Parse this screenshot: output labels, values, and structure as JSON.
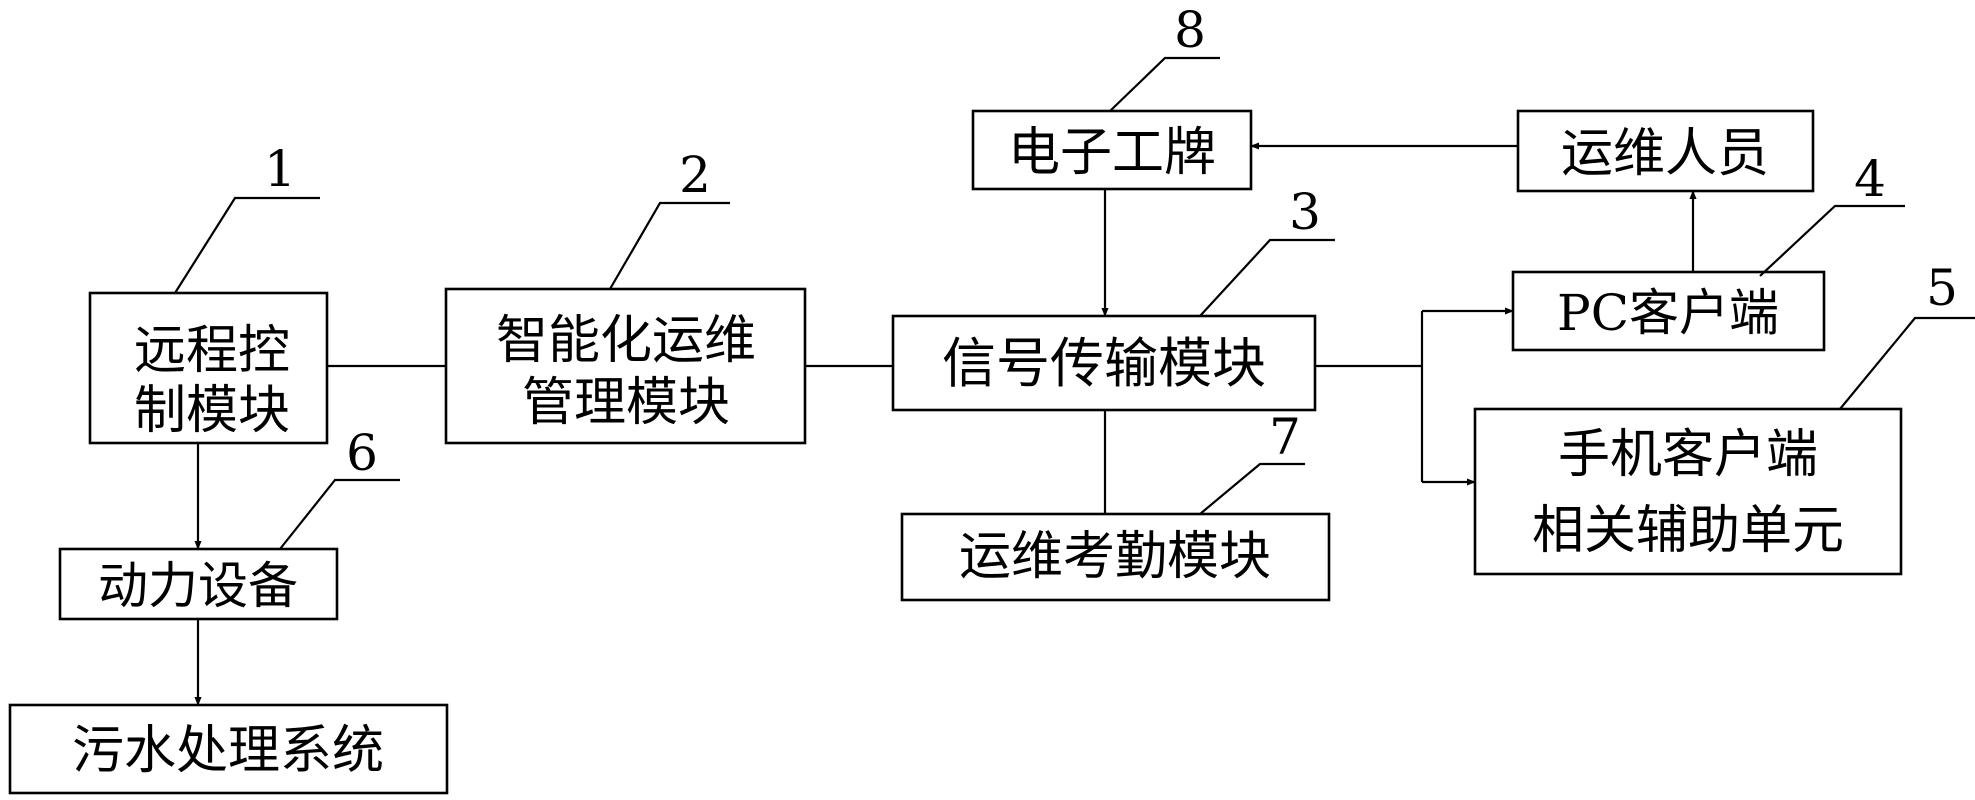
{
  "nodes": {
    "remote_control": {
      "lines": [
        "远程控",
        "制模块"
      ]
    },
    "smart_om": {
      "lines": [
        "智能化运维",
        "管理模块"
      ]
    },
    "signal_tx": {
      "lines": [
        "信号传输模块"
      ]
    },
    "e_badge": {
      "lines": [
        "电子工牌"
      ]
    },
    "om_staff": {
      "lines": [
        "运维人员"
      ]
    },
    "pc_client": {
      "lines": [
        "PC客户端"
      ]
    },
    "mobile_client": {
      "lines": [
        "手机客户端",
        "相关辅助单元"
      ]
    },
    "attendance": {
      "lines": [
        "运维考勤模块"
      ]
    },
    "power_equipment": {
      "lines": [
        "动力设备"
      ]
    },
    "sewage_system": {
      "lines": [
        "污水处理系统"
      ]
    }
  },
  "callouts": {
    "c1": "1",
    "c2": "2",
    "c3": "3",
    "c4": "4",
    "c5": "5",
    "c6": "6",
    "c7": "7",
    "c8": "8"
  }
}
